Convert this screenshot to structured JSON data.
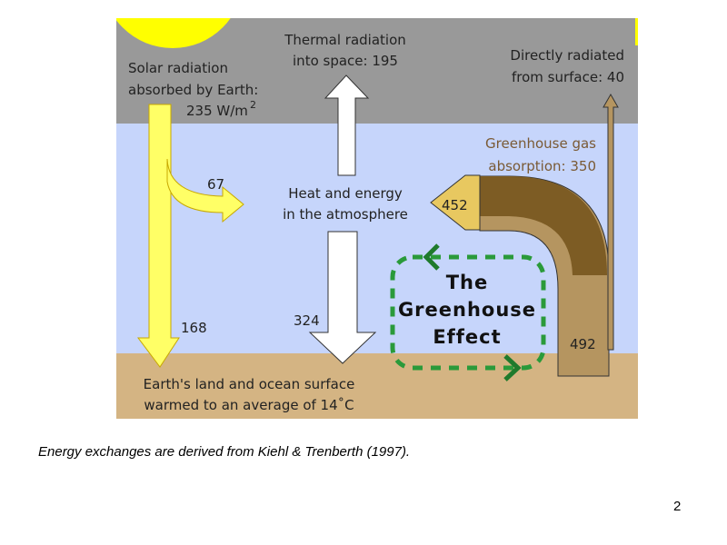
{
  "diagram": {
    "solar": [
      "Solar radiation",
      "absorbed by Earth:",
      "235 W/m",
      "2"
    ],
    "thermal": [
      "Thermal radiation",
      "into space: 195"
    ],
    "direct": [
      "Directly radiated",
      "from surface:  40"
    ],
    "ghg": [
      "Greenhouse gas",
      "absorption: 350"
    ],
    "atmos": [
      "Heat and energy",
      "in the atmosphere"
    ],
    "v67": "67",
    "v168": "168",
    "v324": "324",
    "v452": "452",
    "v492": "492",
    "effect": [
      "The",
      "Greenhouse",
      "Effect"
    ],
    "surface": [
      "Earth's land and ocean surface",
      "warmed to an average of 14˚C"
    ],
    "colors": {
      "space": "#999999",
      "atmosphere": "#c6d5fb",
      "ground": "#d4b483",
      "solar": "#ffff66",
      "brown": "#7d5c24",
      "tan": "#b59560",
      "green": "#2a9a3a"
    }
  },
  "caption": "Energy exchanges are derived from Kiehl & Trenberth (1997).",
  "page_number": "2"
}
